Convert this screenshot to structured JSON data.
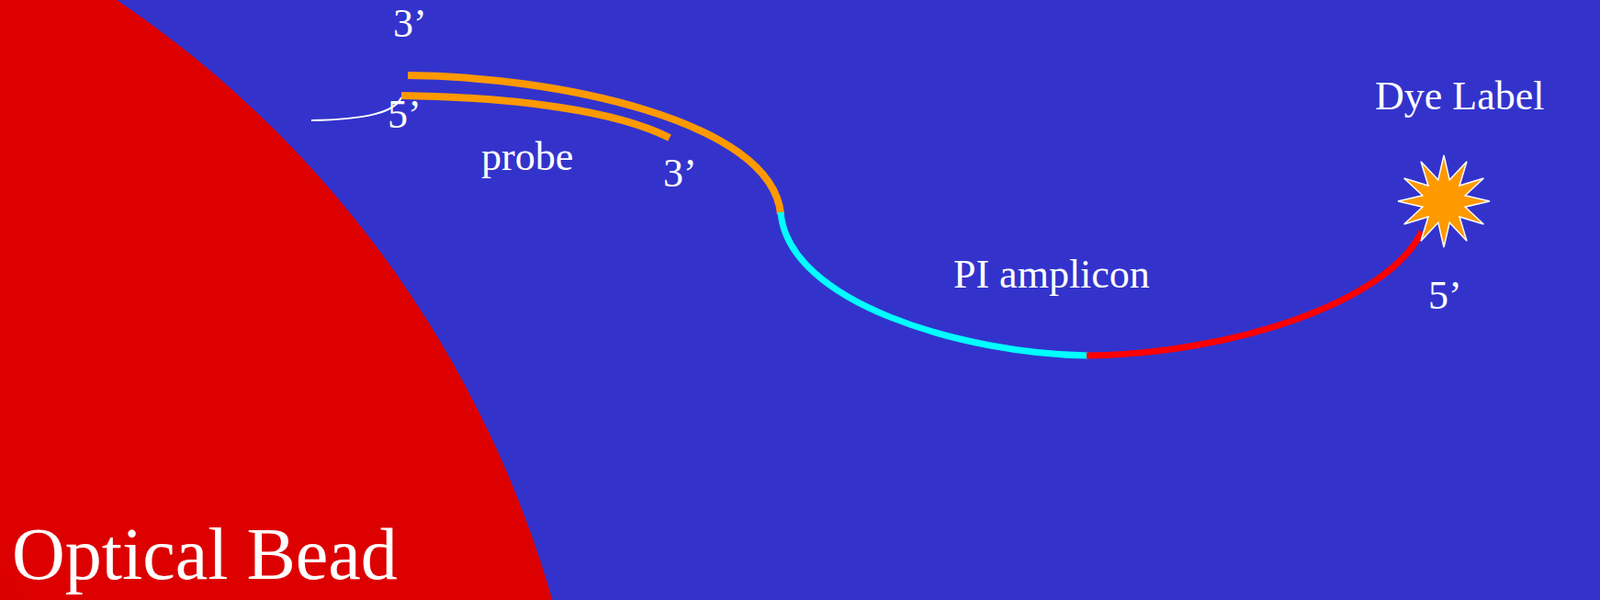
{
  "diagram": {
    "nodes": [
      {
        "text": [
          "Optical Bead"
        ]
      }
    ],
    "labels": [
      "3’",
      "5’",
      "probe",
      "3’",
      "PI amplicon",
      "Dye Label",
      "5’"
    ]
  }
}
